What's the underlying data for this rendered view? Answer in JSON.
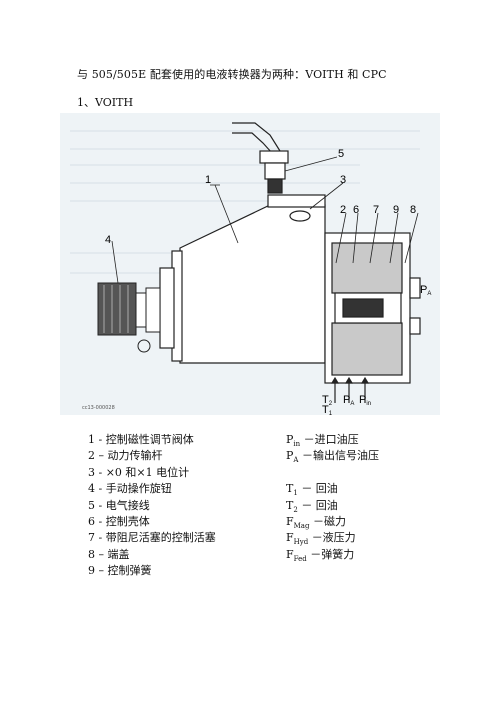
{
  "doc": {
    "intro": "与 505/505E 配套使用的电液转换器为两种：VOITH 和 CPC",
    "section_heading": "1、VOITH"
  },
  "figure": {
    "callouts": [
      "1",
      "2",
      "3",
      "4",
      "5",
      "6",
      "7",
      "8",
      "9"
    ],
    "port_labels": {
      "pa": "P",
      "pa_sub": "A",
      "t": "T",
      "t1_sub": "1",
      "t2_sub": "2",
      "p_bottom": "P",
      "p_in_sub": "in"
    },
    "figure_code": "cc13-000028"
  },
  "legend": {
    "parts": [
      "1 - 控制磁性调节阀体",
      "2 – 动力传输杆",
      "3 - ×0 和×1 电位计",
      "4 - 手动操作旋钮",
      "5 - 电气接线",
      "6 - 控制壳体",
      "7 - 带阻尼活塞的控制活塞",
      "8 – 端盖",
      "9 – 控制弹簧"
    ],
    "symbols": [
      {
        "sym": "P",
        "sub": "in",
        "desc": "－进口油压"
      },
      {
        "sym": "P",
        "sub": "A",
        "desc": "－输出信号油压"
      },
      {
        "sym": "",
        "sub": "",
        "desc": ""
      },
      {
        "sym": "T",
        "sub": "1",
        "desc": "－  回油"
      },
      {
        "sym": "T",
        "sub": "2",
        "desc": "－  回油"
      },
      {
        "sym": "F",
        "sub": "Mag",
        "desc": "－磁力"
      },
      {
        "sym": "F",
        "sub": "Hyd",
        "desc": "－液压力"
      },
      {
        "sym": "F",
        "sub": "Fed",
        "desc": "－弹簧力"
      }
    ]
  }
}
